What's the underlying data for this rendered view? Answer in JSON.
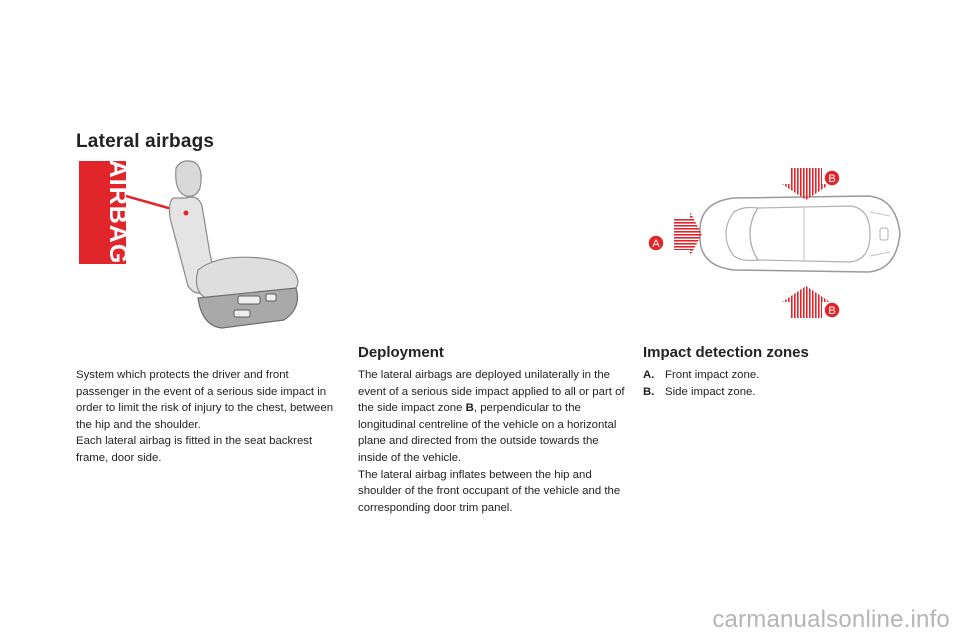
{
  "page_title": "Lateral airbags",
  "airbag_label": "AIRBAG",
  "intro": {
    "line1": "System which protects the driver and front passenger in the event of a serious side impact in order to limit the risk of injury to the chest, between the hip and the shoulder.",
    "line2": "Each lateral airbag is fitted in the seat backrest frame, door side."
  },
  "deployment": {
    "heading": "Deployment",
    "p1_before": "The lateral airbags are deployed unilaterally in the event of a serious side impact applied to all or part of the side impact zone ",
    "p1_bold": "B",
    "p1_after": ", perpendicular to the longitudinal centreline of the vehicle on a horizontal plane and directed from the outside towards the inside of the vehicle.",
    "p2": "The lateral airbag inflates between the hip and shoulder of the front occupant of the vehicle and the corresponding door trim panel."
  },
  "impact": {
    "heading": "Impact detection zones",
    "items": [
      {
        "key": "A.",
        "text": "Front impact zone."
      },
      {
        "key": "B.",
        "text": "Side impact zone."
      }
    ],
    "markers": {
      "a": "A",
      "b": "B"
    }
  },
  "watermark": "carmanualsonline.info",
  "colors": {
    "accent_red": "#e0262b",
    "text": "#222222",
    "watermark": "#b5b5b5"
  }
}
